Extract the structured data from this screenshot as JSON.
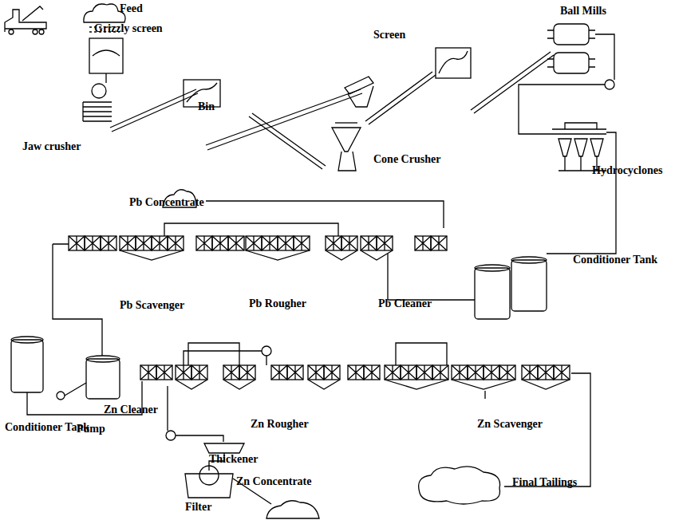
{
  "diagram": {
    "labels": [
      "Feed",
      "Grizzly screen",
      "Jaw crusher",
      "Bin",
      "Screen",
      "Cone Crusher",
      "Ball Mills",
      "Hydrocyclones",
      "Pb Concentrate",
      "Conditioner Tank",
      "Pb Scavenger",
      "Pb Rougher",
      "Pb Cleaner",
      "Conditioner Tank",
      "Pump",
      "Zn Cleaner",
      "Zn Rougher",
      "Zn Scavenger",
      "Thickener",
      "Filter",
      "Zn Concentrate",
      "Final Tailings"
    ]
  }
}
